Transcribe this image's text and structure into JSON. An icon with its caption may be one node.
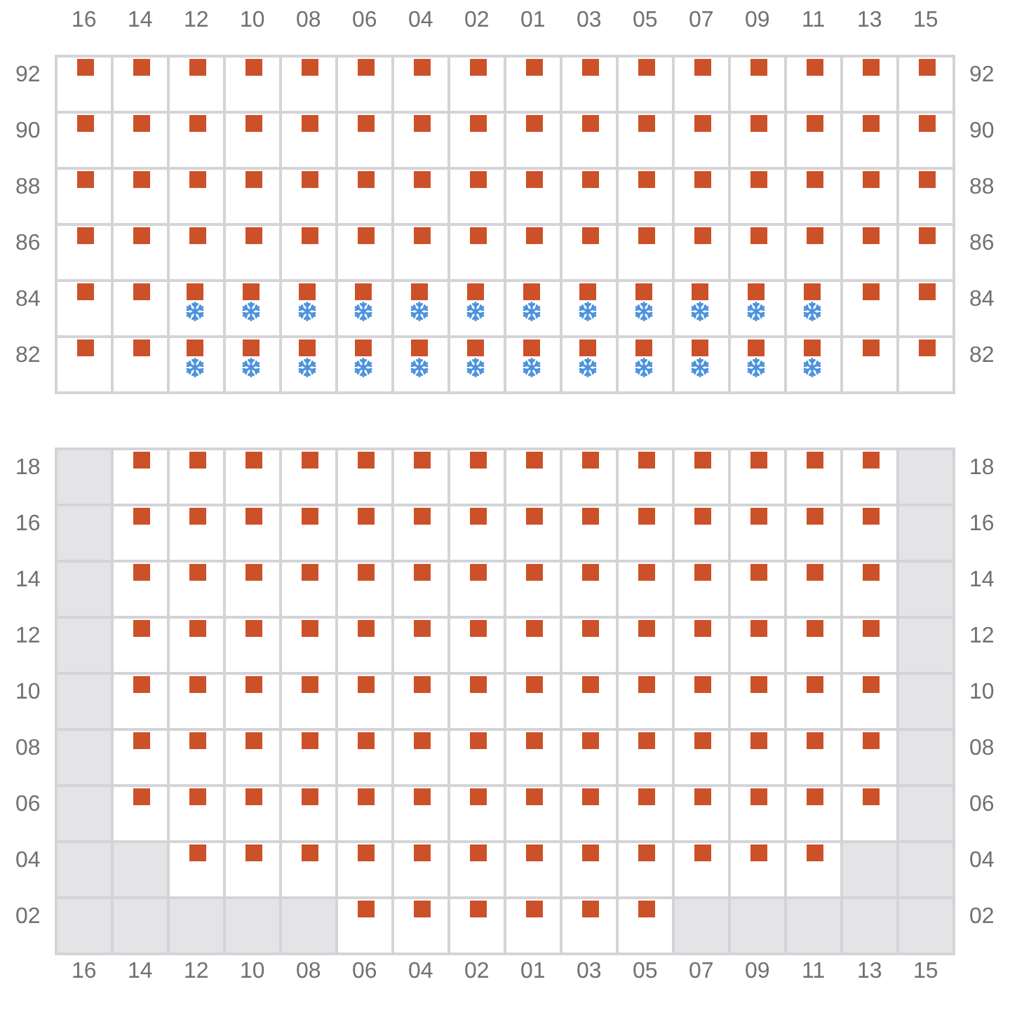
{
  "diagram": {
    "labels": [
      "16",
      "14",
      "12",
      "10",
      "08",
      "06",
      "04",
      "02",
      "01",
      "03",
      "05",
      "07",
      "09",
      "11",
      "13",
      "15",
      "92",
      "92",
      "90",
      "90",
      "88",
      "88",
      "86",
      "86",
      "84",
      "84",
      "82",
      "82",
      "18",
      "18",
      "16",
      "16",
      "14",
      "14",
      "12",
      "12",
      "10",
      "10",
      "08",
      "08",
      "06",
      "06",
      "04",
      "04",
      "02",
      "02",
      "16",
      "14",
      "12",
      "10",
      "08",
      "06",
      "04",
      "02",
      "01",
      "03",
      "05",
      "07",
      "09",
      "11",
      "13",
      "15"
    ]
  }
}
